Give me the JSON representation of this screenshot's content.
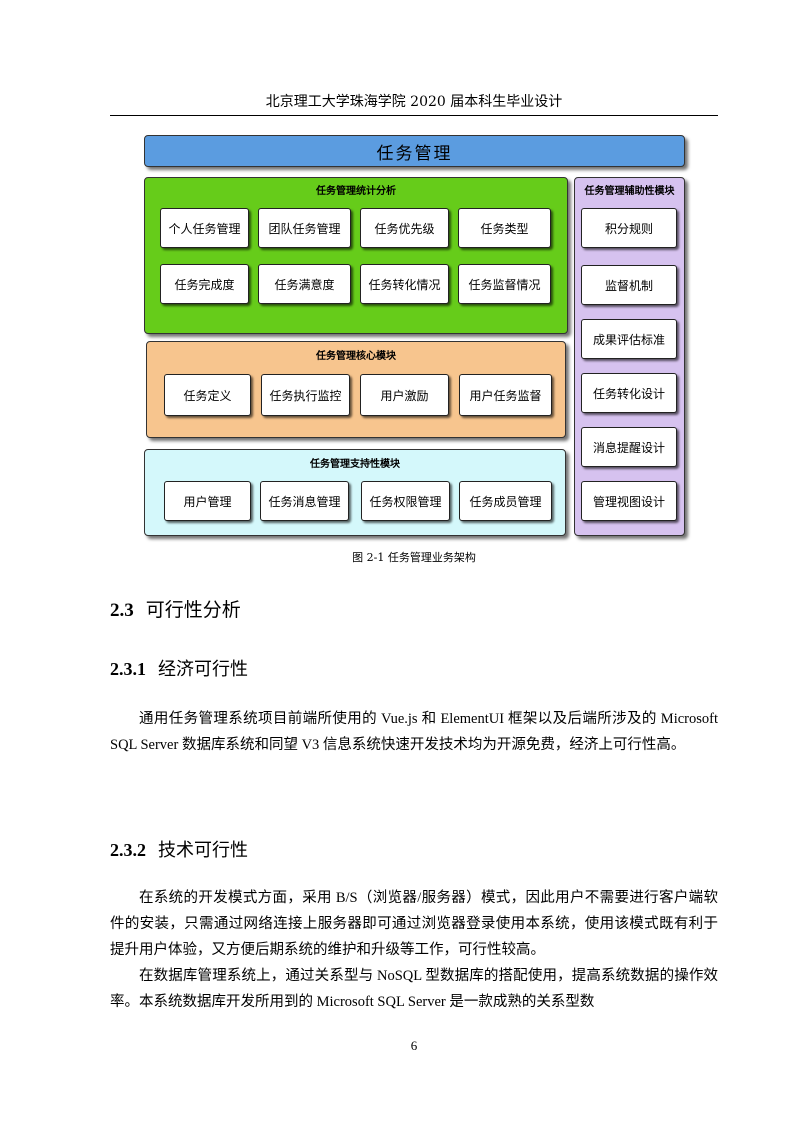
{
  "header": "北京理工大学珠海学院 2020 届本科生毕业设计",
  "diagram": {
    "top": "任务管理",
    "stats": {
      "title": "任务管理统计分析",
      "items": [
        "个人任务管理",
        "团队任务管理",
        "任务优先级",
        "任务类型",
        "任务完成度",
        "任务满意度",
        "任务转化情况",
        "任务监督情况"
      ]
    },
    "core": {
      "title": "任务管理核心模块",
      "items": [
        "任务定义",
        "任务执行监控",
        "用户激励",
        "用户任务监督"
      ]
    },
    "support": {
      "title": "任务管理支持性模块",
      "items": [
        "用户管理",
        "任务消息管理",
        "任务权限管理",
        "任务成员管理"
      ]
    },
    "aux": {
      "title": "任务管理辅助性模块",
      "items": [
        "积分规则",
        "监督机制",
        "成果评估标准",
        "任务转化设计",
        "消息提醒设计",
        "管理视图设计"
      ]
    }
  },
  "caption": "图 2-1  任务管理业务架构",
  "section": {
    "num": "2.3",
    "title": "可行性分析"
  },
  "sub1": {
    "num": "2.3.1",
    "title": "经济可行性"
  },
  "para1": "通用任务管理系统项目前端所使用的 Vue.js 和 ElementUI 框架以及后端所涉及的 Microsoft SQL Server 数据库系统和同望 V3 信息系统快速开发技术均为开源免费，经济上可行性高。",
  "sub2": {
    "num": "2.3.2",
    "title": "技术可行性"
  },
  "para2": "在系统的开发模式方面，采用 B/S（浏览器/服务器）模式，因此用户不需要进行客户端软件的安装，只需通过网络连接上服务器即可通过浏览器登录使用本系统，使用该模式既有利于提升用户体验，又方便后期系统的维护和升级等工作，可行性较高。",
  "para3": "在数据库管理系统上，通过关系型与 NoSQL 型数据库的搭配使用，提高系统数据的操作效率。本系统数据库开发所用到的 Microsoft SQL Server 是一款成熟的关系型数",
  "page_number": "6"
}
